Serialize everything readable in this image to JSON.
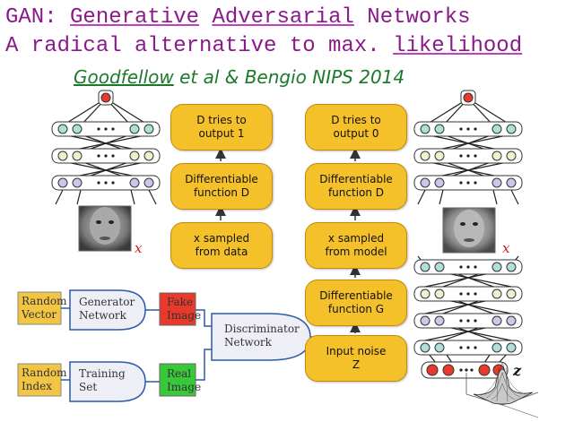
{
  "title_line1": {
    "prefix": "GAN: ",
    "w1": "Generative",
    "w2": "Adversarial",
    "suffix": " Networks"
  },
  "title_line2": {
    "prefix": "A radical alternative to max. ",
    "word": "likelihood"
  },
  "citation": {
    "name": "Goodfellow",
    "rest": " et al & Bengio NIPS 2014"
  },
  "left_column": {
    "top": "D tries to\noutput 1",
    "mid": "Differentiable\nfunction D",
    "bottom": "x sampled\nfrom data"
  },
  "right_column": {
    "top": "D tries to\noutput 0",
    "mid": "Differentiable\nfunction D",
    "low": "x sampled\nfrom model",
    "gen": "Differentiable\nfunction G",
    "noise": "Input noise\nZ"
  },
  "labels": {
    "x_left": "x",
    "x_right": "x",
    "z": "z"
  },
  "flow": {
    "random_vector": "Random\nVector",
    "generator": "Generator\nNetwork",
    "fake_image": "Fake\nImage",
    "random_index": "Random\nIndex",
    "training_set": "Training\nSet",
    "real_image": "Real\nImage",
    "discriminator": "Discriminator\nNetwork"
  },
  "colors": {
    "pill": "#f5c12a",
    "fake": "#e8392a",
    "real": "#39c83a",
    "input": "#f3c544",
    "title": "#8a1a8a",
    "cite": "#1a7a2a"
  }
}
